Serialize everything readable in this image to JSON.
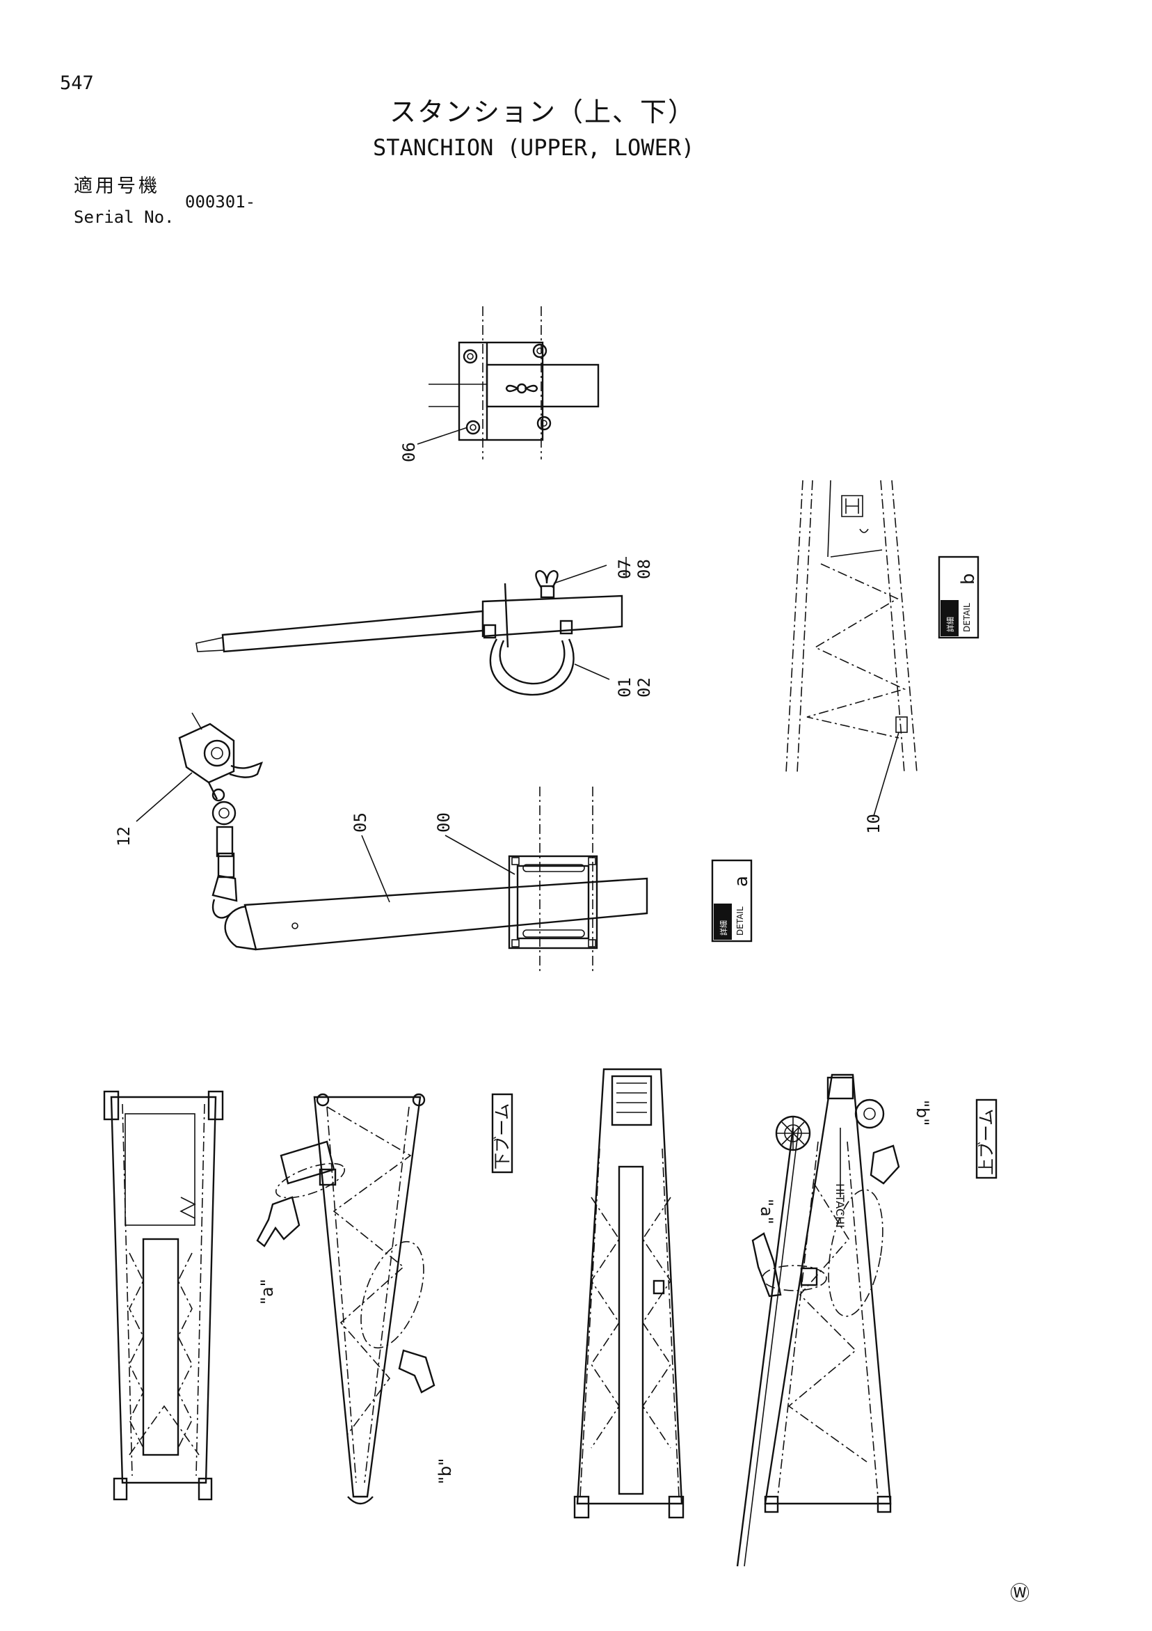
{
  "page": {
    "number": "547",
    "mark": "Ⓦ"
  },
  "title": {
    "jp": "スタンション（上、下）",
    "en": "STANCHION (UPPER, LOWER)"
  },
  "serial": {
    "label_jp": "適用号機",
    "label_en": "Serial No.",
    "value": "000301-"
  },
  "callouts": {
    "c06": "06",
    "c07": "07",
    "c08": "08",
    "c01": "01",
    "c02": "02",
    "c12": "12",
    "c05": "05",
    "c00": "00",
    "c10": "10"
  },
  "detail_tags": {
    "a": {
      "jp": "詳細",
      "en": "DETAIL",
      "letter": "a"
    },
    "b": {
      "jp": "詳細",
      "en": "DETAIL",
      "letter": "b"
    }
  },
  "views": {
    "lower_boom": "下ブーム",
    "upper_boom": "上ブーム"
  },
  "view_refs": {
    "a": "\"a\"",
    "b": "\"b\""
  },
  "boom_brand": "HITACHI"
}
